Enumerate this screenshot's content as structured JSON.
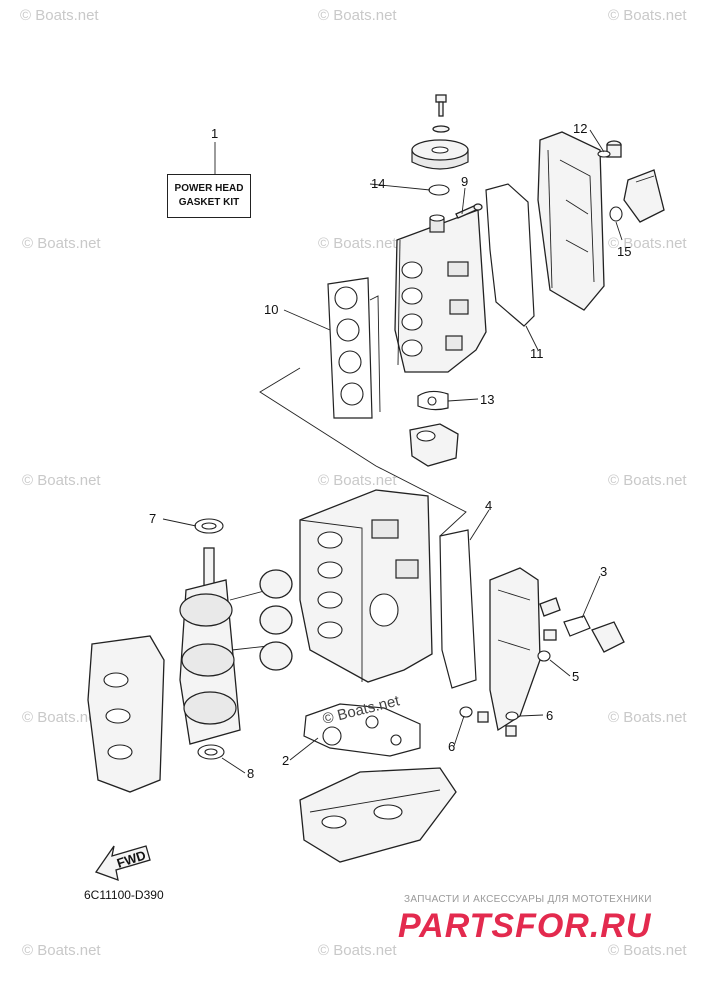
{
  "callouts": [
    "1",
    "2",
    "3",
    "4",
    "5",
    "6",
    "6",
    "7",
    "8",
    "9",
    "10",
    "11",
    "12",
    "13",
    "14",
    "15"
  ],
  "kit_label": {
    "line1": "POWER HEAD",
    "line2": "GASKET KIT"
  },
  "arrow_label": "FWD",
  "drawing_code": "6C11100-D390",
  "watermark_text": "© Boats.net",
  "inline_watermark": "© Boats.net",
  "shop": {
    "tagline": "ЗАПЧАСТИ И АКСЕССУАРЫ ДЛЯ МОТОТЕХНИКИ",
    "logo": "PARTSFOR.RU"
  },
  "colors": {
    "line": "#222222",
    "watermark": "#c9c9c9",
    "logo": "#e32a4e"
  }
}
